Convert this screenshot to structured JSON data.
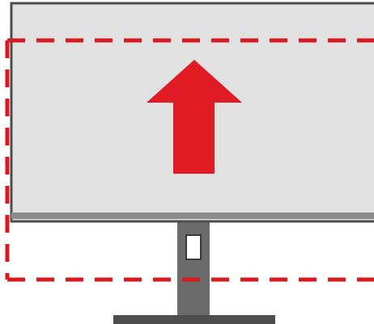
{
  "diagram": {
    "subject": "monitor-height-adjustment",
    "direction": "up",
    "colors": {
      "background": "#ffffff",
      "screen_fill": "#e1e1e1",
      "bezel": "#4d4d4d",
      "bottom_bezel": "#8a8a8a",
      "stand": "#6b6b6b",
      "stand_dark": "#4d4d4d",
      "arrow": "#e01b24",
      "dash_outline": "#d71920"
    },
    "icons": [
      "up-arrow-icon",
      "monitor-icon",
      "stand-icon",
      "height-range-dashed-frame"
    ]
  }
}
